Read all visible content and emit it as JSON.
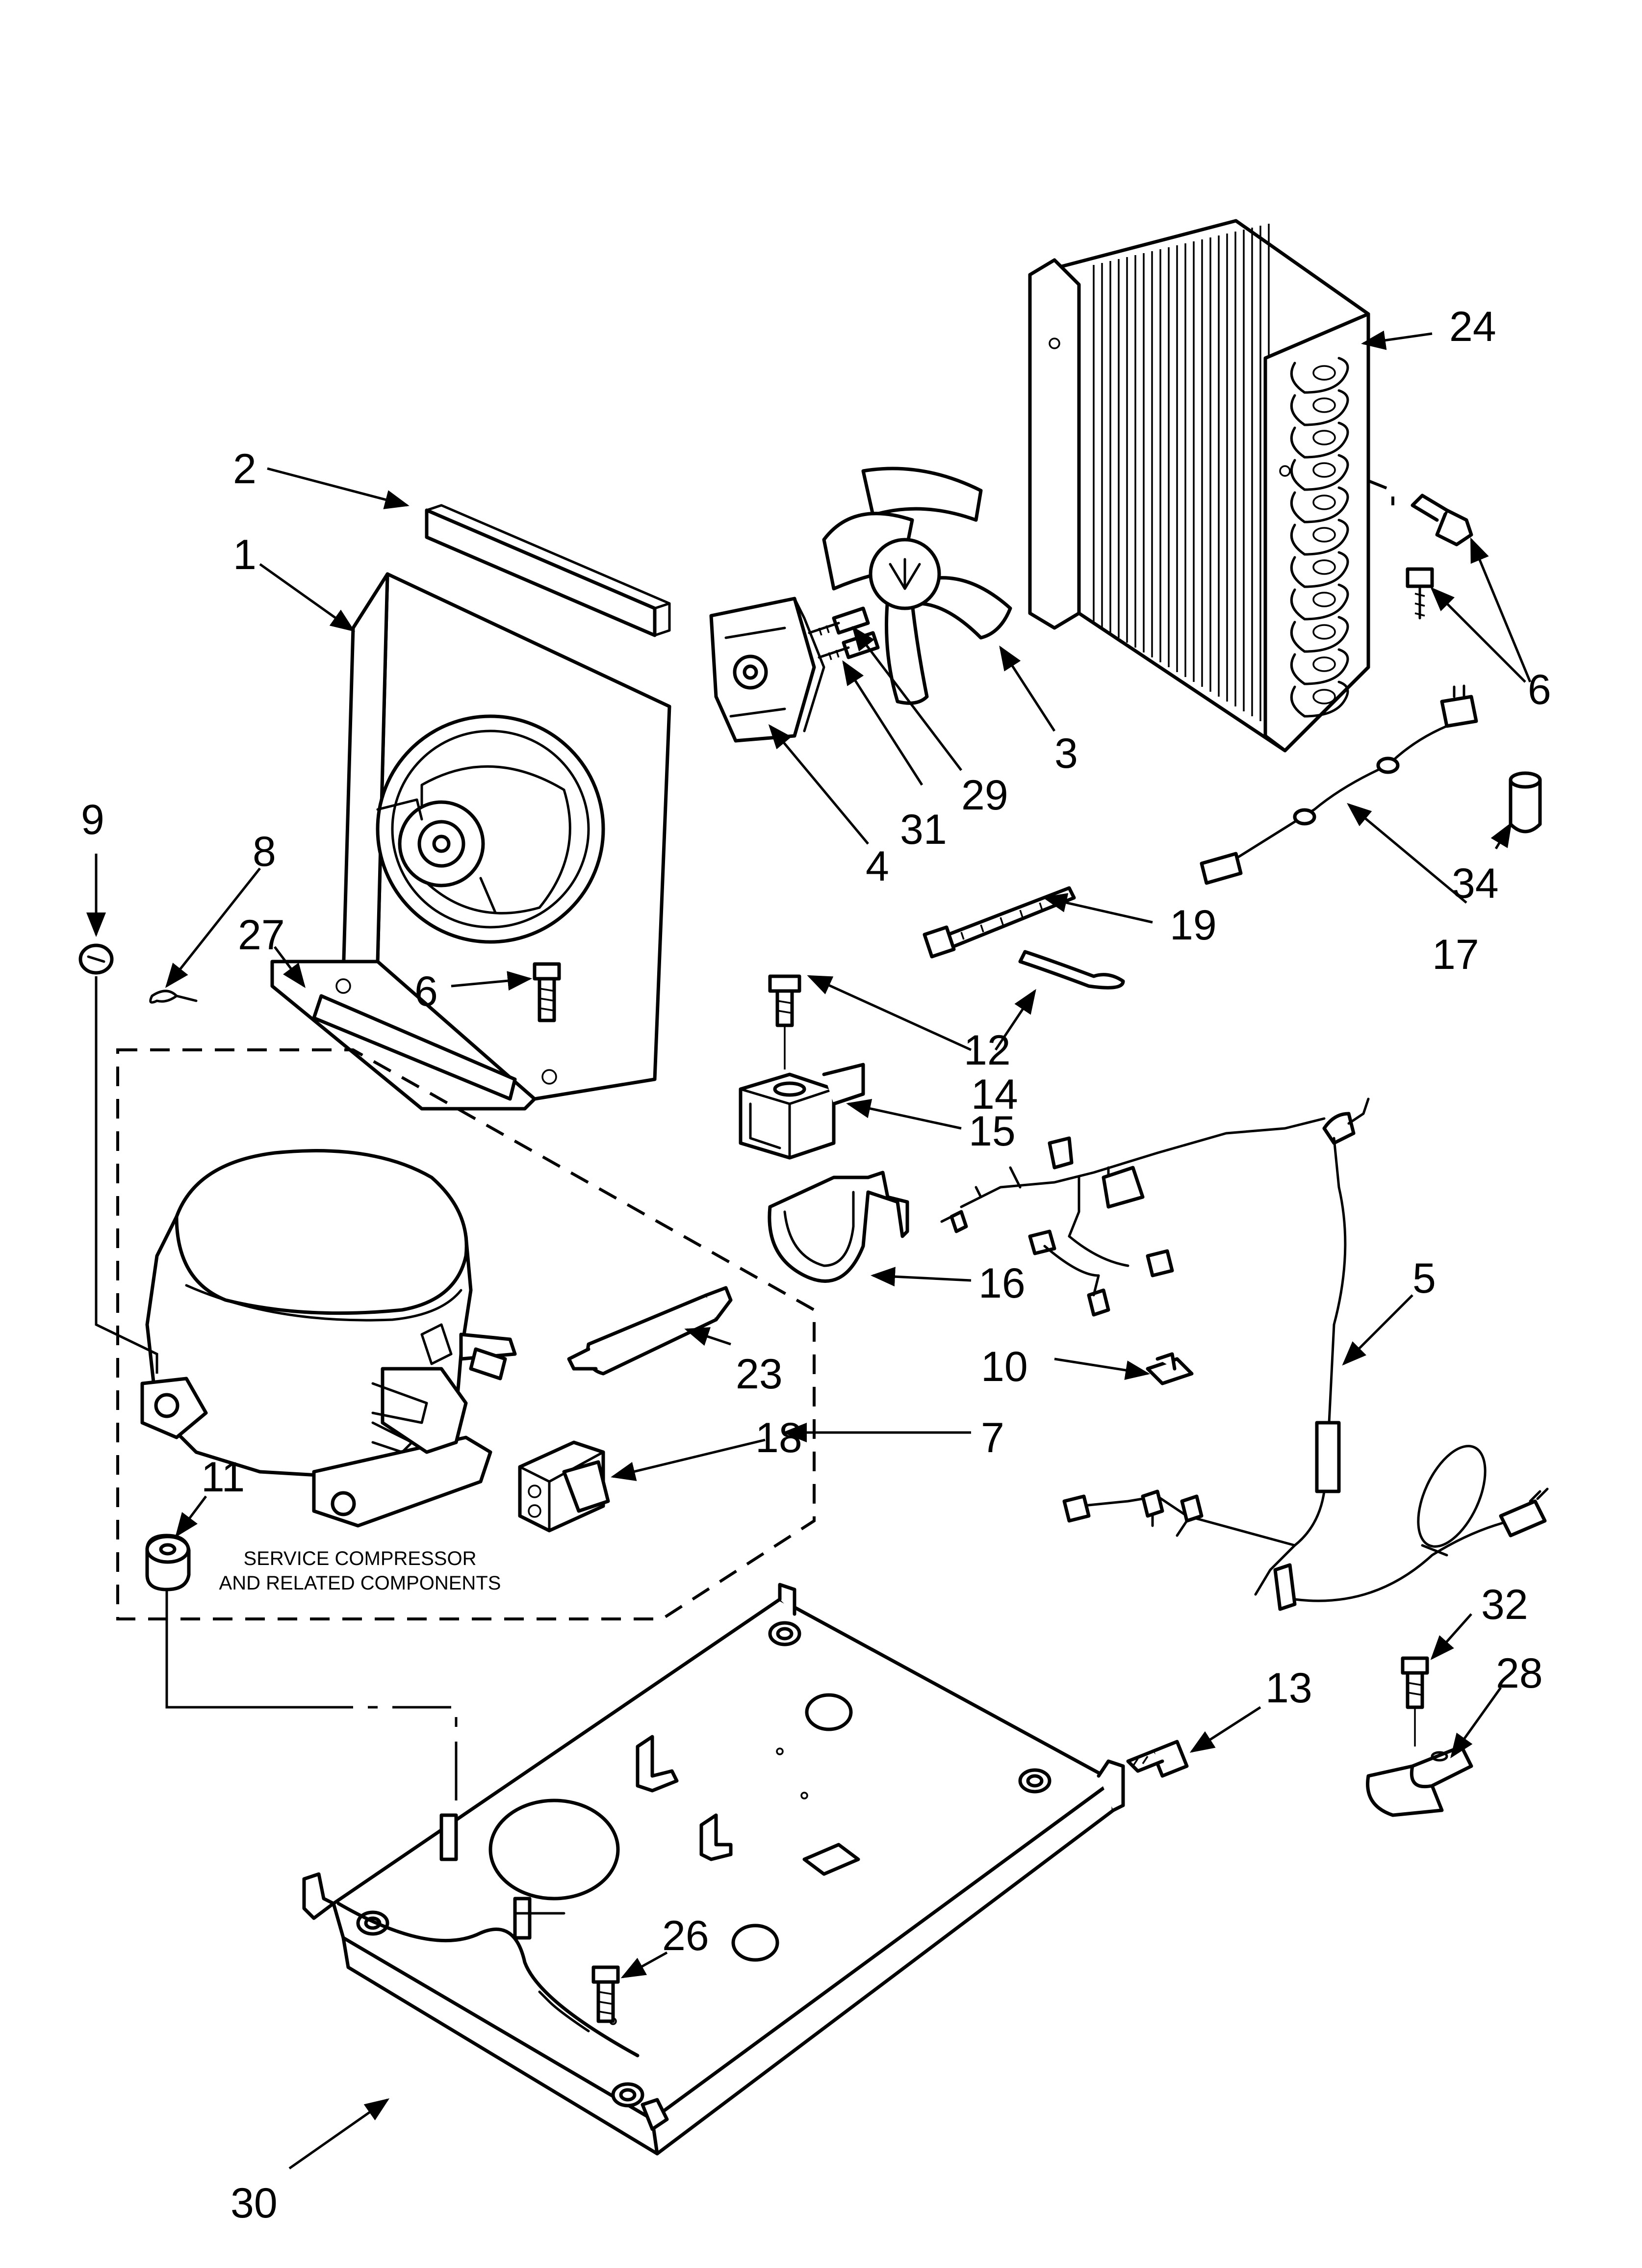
{
  "colors": {
    "line": "#000000",
    "background": "#ffffff"
  },
  "callouts": {
    "c1": "1",
    "c2": "2",
    "c3": "3",
    "c4": "4",
    "c5": "5",
    "c6a": "6",
    "c6b": "6",
    "c7": "7",
    "c8": "8",
    "c9": "9",
    "c10": "10",
    "c11": "11",
    "c12": "12",
    "c13": "13",
    "c14": "14",
    "c15": "15",
    "c16": "16",
    "c17": "17",
    "c18": "18",
    "c19": "19",
    "c23": "23",
    "c24": "24",
    "c26": "26",
    "c27": "27",
    "c28": "28",
    "c29": "29",
    "c30": "30",
    "c31": "31",
    "c32": "32",
    "c34": "34"
  },
  "note": {
    "line1": "SERVICE COMPRESSOR",
    "line2": "AND RELATED COMPONENTS"
  }
}
